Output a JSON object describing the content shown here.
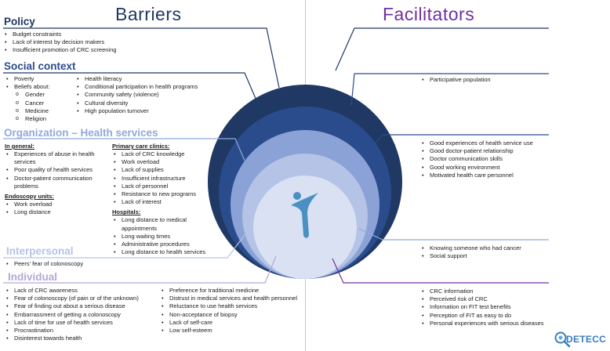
{
  "headers": {
    "barriers": "Barriers",
    "facilitators": "Facilitators"
  },
  "colors": {
    "navy": "#1f3864",
    "ring_1": "#1f3864",
    "ring_2": "#2b4c8c",
    "ring_3": "#8ba2d6",
    "ring_4": "#b4c3e6",
    "ring_5": "#d9e1f2",
    "light_blue_title": "#8faadc",
    "purple_title": "#7030a0",
    "lavender_title": "#b4a7d6",
    "figure": "#4a90c2"
  },
  "policy": {
    "title": "Policy",
    "items": [
      "Budget constraints",
      "Lack of interest by decision makers",
      "Insufficient promotion of CRC screening"
    ]
  },
  "social": {
    "title": "Social context",
    "col1": [
      "Poverty",
      "Beliefs about:"
    ],
    "beliefs": [
      "Gender",
      "Cancer",
      "Medicine",
      "Religion"
    ],
    "col2": [
      "Health literacy",
      "Conditional participation in health programs",
      "Community safety (violence)",
      "Cultural diversity",
      "High population turnover"
    ],
    "facilitators": [
      "Participative population"
    ]
  },
  "organization": {
    "title": "Organization – Health services",
    "general_label": "In general:",
    "general": [
      "Experiences of abuse in health services",
      "Poor quality of health services",
      "Doctor-patient communication problems"
    ],
    "endoscopy_label": "Endoscopy units:",
    "endoscopy": [
      "Work overload",
      "Long distance"
    ],
    "primary_label": "Primary care clinics:",
    "primary": [
      "Lack of CRC knowledge",
      "Work overload",
      "Lack of supplies",
      "Insufficient infrastructure",
      "Lack of personnel",
      "Resistance to new programs",
      "Lack of interest"
    ],
    "hospitals_label": "Hospitals:",
    "hospitals": [
      "Long distance to medical appointments",
      "Long waiting times",
      "Administrative procedures",
      "Long distance to health services"
    ],
    "facilitators": [
      "Good experiences of health service use",
      "Good doctor-patient relationship",
      "Doctor communication skills",
      "Good working environment",
      "Motivated health care personnel"
    ]
  },
  "interpersonal": {
    "title": "Interpersonal",
    "items": [
      "Peers' fear of colonoscopy"
    ],
    "facilitators": [
      "Knowing someone who had cancer",
      "Social support"
    ]
  },
  "individual": {
    "title": "Individual",
    "col1": [
      "Lack of CRC awareness",
      "Fear of colonoscopy (of pain or of the unknown)",
      "Fear of finding out about a serious disease",
      "Embarrassment of getting a colonoscopy",
      "Lack of time for use of health services",
      "Procrastination",
      "Disinterest towards health"
    ],
    "col2": [
      "Preference for traditional medicine",
      "Distrust in medical services and health personnel",
      "Reluctance to use health services",
      "Non-acceptance of biopsy",
      "Lack of self-care",
      "Low self-esteem"
    ],
    "facilitators": [
      "CRC information",
      "Perceived risk of CRC",
      "Information on FIT test benefits",
      "Perception of FIT as easy to do",
      "Personal experiences with serious diseases"
    ]
  },
  "logo": {
    "text": "DETECC"
  }
}
